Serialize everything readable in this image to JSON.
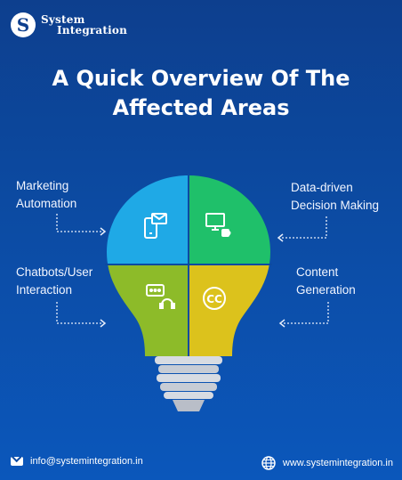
{
  "brand": {
    "logo_letter": "S",
    "line1": "System",
    "line2": "Integration"
  },
  "title": {
    "line1": "A Quick Overview Of The",
    "line2": "Affected Areas"
  },
  "areas": {
    "top_left": {
      "line1": "Marketing",
      "line2": "Automation",
      "icon": "mobile-message-icon",
      "color": "#1fa9e6"
    },
    "top_right": {
      "line1": "Data-driven",
      "line2": "Decision Making",
      "icon": "computer-coffee-icon",
      "color": "#1fc06a"
    },
    "bottom_left": {
      "line1": "Chatbots/User",
      "line2": "Interaction",
      "icon": "chat-support-icon",
      "color": "#8dbb29"
    },
    "bottom_right": {
      "line1": "Content",
      "line2": "Generation",
      "icon": "cc-icon",
      "color": "#dcc21c"
    }
  },
  "footer": {
    "email": "info@systemintegration.in",
    "website": "www.systemintegration.in",
    "email_icon": "mail-icon",
    "web_icon": "globe-icon"
  }
}
